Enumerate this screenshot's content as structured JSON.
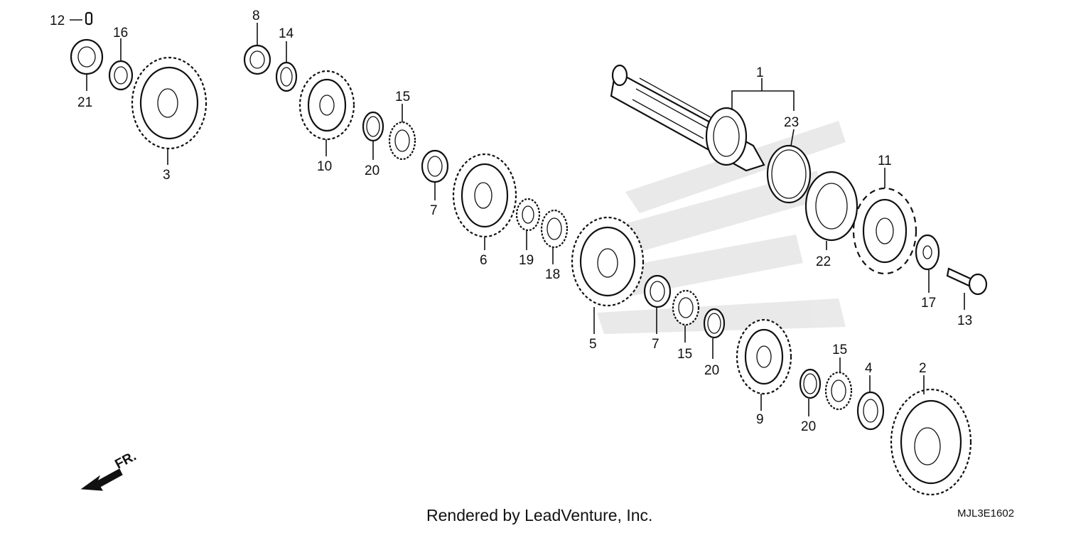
{
  "parts": [
    {
      "id": "p1",
      "label": "1"
    },
    {
      "id": "p2",
      "label": "2"
    },
    {
      "id": "p3",
      "label": "3"
    },
    {
      "id": "p4",
      "label": "4"
    },
    {
      "id": "p5",
      "label": "5"
    },
    {
      "id": "p6",
      "label": "6"
    },
    {
      "id": "p7a",
      "label": "7"
    },
    {
      "id": "p7b",
      "label": "7"
    },
    {
      "id": "p8",
      "label": "8"
    },
    {
      "id": "p9",
      "label": "9"
    },
    {
      "id": "p10",
      "label": "10"
    },
    {
      "id": "p11",
      "label": "11"
    },
    {
      "id": "p12",
      "label": "12"
    },
    {
      "id": "p13",
      "label": "13"
    },
    {
      "id": "p14",
      "label": "14"
    },
    {
      "id": "p15a",
      "label": "15"
    },
    {
      "id": "p15b",
      "label": "15"
    },
    {
      "id": "p15c",
      "label": "15"
    },
    {
      "id": "p16",
      "label": "16"
    },
    {
      "id": "p17",
      "label": "17"
    },
    {
      "id": "p18",
      "label": "18"
    },
    {
      "id": "p19",
      "label": "19"
    },
    {
      "id": "p20a",
      "label": "20"
    },
    {
      "id": "p20b",
      "label": "20"
    },
    {
      "id": "p20c",
      "label": "20"
    },
    {
      "id": "p21",
      "label": "21"
    },
    {
      "id": "p22",
      "label": "22"
    },
    {
      "id": "p23",
      "label": "23"
    }
  ],
  "direction_label": "FR.",
  "footer": {
    "credit": "Rendered by LeadVenture, Inc.",
    "code": "MJL3E1602"
  }
}
